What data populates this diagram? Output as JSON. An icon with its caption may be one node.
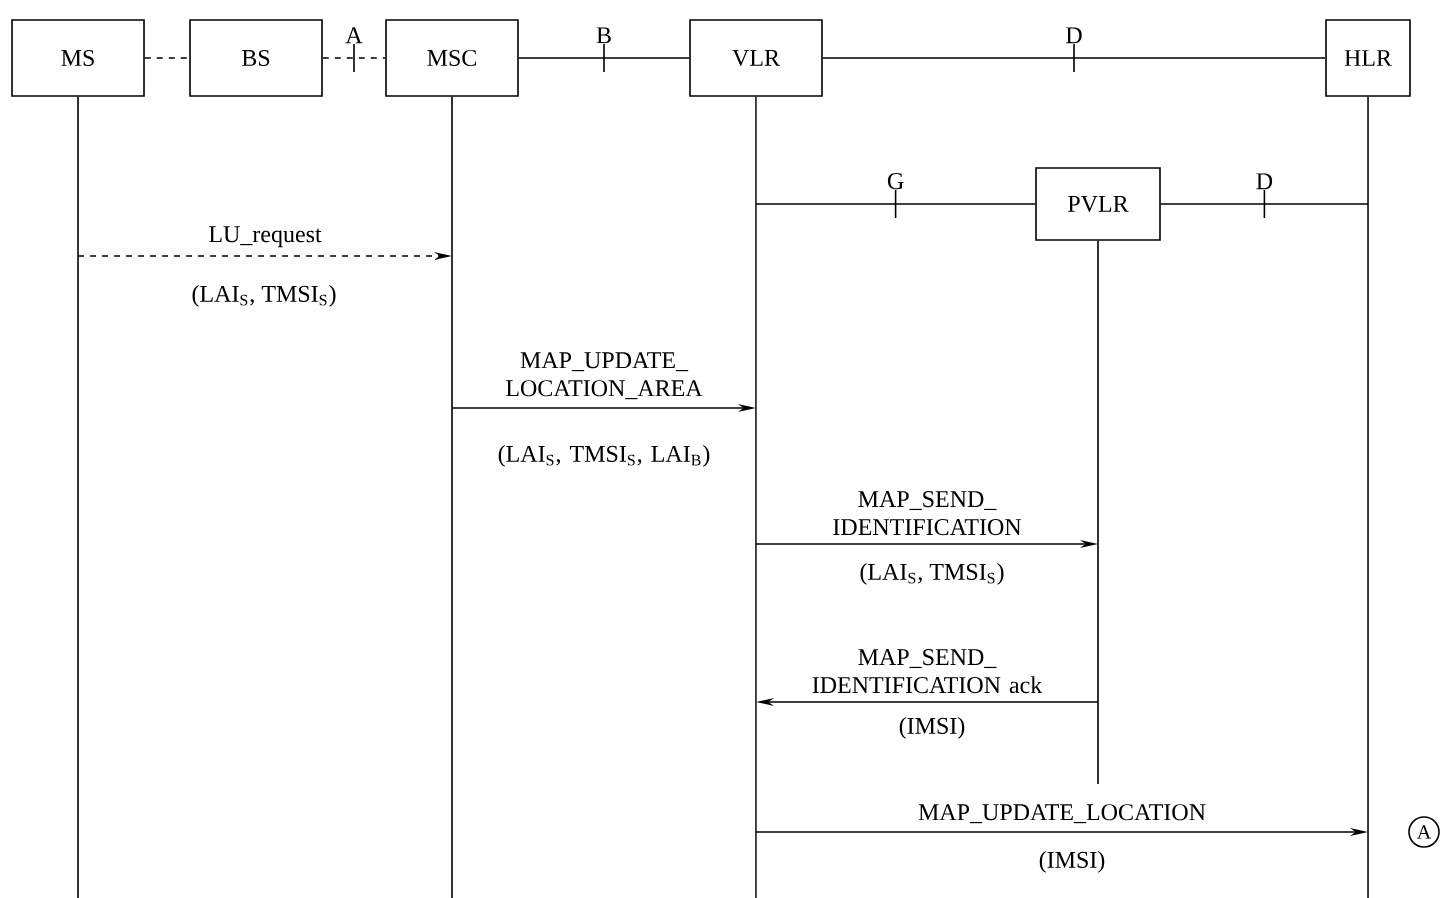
{
  "diagram": {
    "nodes": [
      {
        "text": [
          "MS"
        ]
      },
      {
        "text": [
          "BS"
        ]
      },
      {
        "text": [
          "MSC"
        ]
      },
      {
        "text": [
          "VLR"
        ]
      },
      {
        "text": [
          "HLR"
        ]
      },
      {
        "text": [
          "PVLR"
        ]
      },
      {
        "text": [
          "A"
        ]
      }
    ],
    "edges": [
      {
        "from": 0,
        "to": 1,
        "arrow": "none",
        "style": "dashed"
      },
      {
        "from": 1,
        "to": 2,
        "arrow": "none",
        "style": "dashed",
        "label": "A"
      },
      {
        "from": 2,
        "to": 3,
        "arrow": "none",
        "label": "B"
      },
      {
        "from": 3,
        "to": 4,
        "arrow": "none",
        "label": "D"
      },
      {
        "from": 3,
        "to": 5,
        "arrow": "none",
        "label": "G"
      },
      {
        "from": 5,
        "to": 4,
        "arrow": "none",
        "label": "D"
      },
      {
        "from": 0,
        "to": 2,
        "arrow": "to",
        "style": "dashed",
        "label": "LU_request"
      },
      {
        "from": 2,
        "to": 3,
        "arrow": "to",
        "label": "MAP_UPDATE_ LOCATION_AREA"
      },
      {
        "from": 3,
        "to": 5,
        "arrow": "to",
        "label": "MAP_SEND_ IDENTIFICATION"
      },
      {
        "from": 5,
        "to": 3,
        "arrow": "to",
        "label": "MAP_SEND_ IDENTIFICATION ack"
      },
      {
        "from": 3,
        "to": 4,
        "arrow": "to",
        "label": "MAP_UPDATE_LOCATION"
      }
    ],
    "labels": [
      "(LAI$_{S}$, TMSI$_{S}$)",
      "(LAI$_{S}$, TMSI$_{S}$, LAI$_{B}$)",
      "(LAI$_{S}$, TMSI$_{S}$)",
      "(IMSI)",
      "(IMSI)"
    ]
  }
}
